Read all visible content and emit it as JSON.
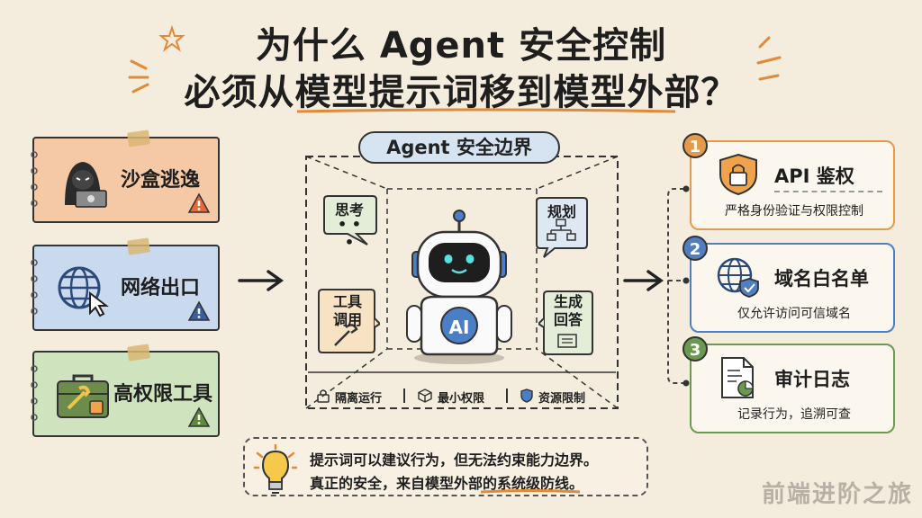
{
  "title": {
    "line1": "为什么 Agent 安全控制",
    "line2": "必须从模型提示词移到模型外部？"
  },
  "threats": [
    {
      "label": "沙盒逃逸",
      "icon": "hacker-icon",
      "color": "#f6c9a6"
    },
    {
      "label": "网络出口",
      "icon": "globe-cursor-icon",
      "color": "#c9d9ee"
    },
    {
      "label": "高权限工具",
      "icon": "toolbox-icon",
      "color": "#cfe3bf"
    }
  ],
  "boundary": {
    "title": "Agent 安全边界",
    "bubbles": {
      "think": "思考",
      "plan": "规划",
      "tools": [
        "工具",
        "调用"
      ],
      "answer": [
        "生成",
        "回答"
      ]
    },
    "robot_badge": "AI",
    "bottom": [
      "隔离运行",
      "最小权限",
      "资源限制"
    ]
  },
  "defenses": [
    {
      "num": "1",
      "title": "API 鉴权",
      "desc": "严格身份验证与权限控制",
      "color": "#e59a4a",
      "icon": "lock-shield-icon"
    },
    {
      "num": "2",
      "title": "域名白名单",
      "desc": "仅允许访问可信域名",
      "color": "#4f7fc0",
      "icon": "globe-shield-icon"
    },
    {
      "num": "3",
      "title": "审计日志",
      "desc": "记录行为，追溯可查",
      "color": "#6a9a4f",
      "icon": "document-chart-icon"
    }
  ],
  "note": {
    "line1": "提示词可以建议行为，但无法约束能力边界。",
    "line2": "真正的安全，来自模型外部的系统级防线。"
  },
  "watermark": "前端进阶之旅"
}
